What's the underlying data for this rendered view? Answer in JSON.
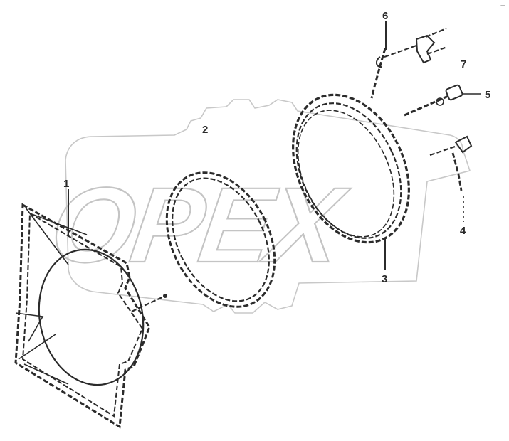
{
  "watermark": {
    "text": "OPEX"
  },
  "corner_mark": "—",
  "callouts": [
    {
      "id": "1",
      "label": "1"
    },
    {
      "id": "2",
      "label": "2"
    },
    {
      "id": "3",
      "label": "3"
    },
    {
      "id": "4",
      "label": "4"
    },
    {
      "id": "5",
      "label": "5"
    },
    {
      "id": "6",
      "label": "6"
    },
    {
      "id": "7",
      "label": "7"
    }
  ]
}
